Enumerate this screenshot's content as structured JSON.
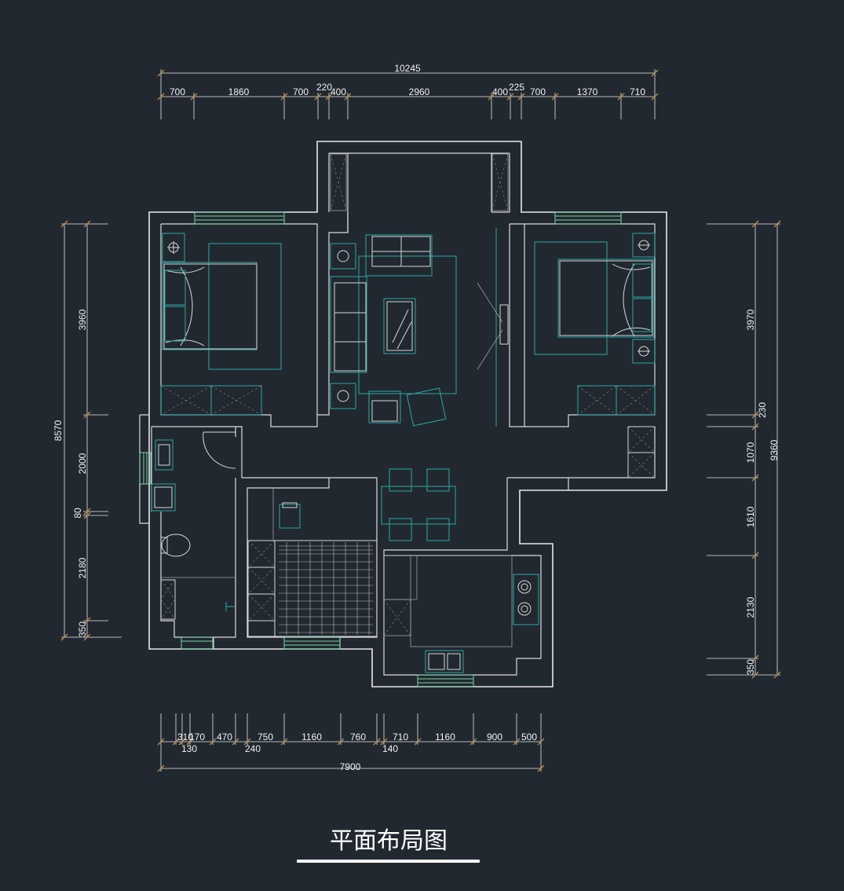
{
  "title": "平面布局图",
  "dims_top": [
    {
      "label": "700"
    },
    {
      "label": "1860"
    },
    {
      "label": "700"
    },
    {
      "label": "220"
    },
    {
      "label": "400"
    },
    {
      "label": "2960"
    },
    {
      "label": "400"
    },
    {
      "label": "225"
    },
    {
      "label": "700"
    },
    {
      "label": "1370"
    },
    {
      "label": "710"
    }
  ],
  "dim_top_total": "10245",
  "dims_left": [
    {
      "label": "3960"
    },
    {
      "label": "2000"
    },
    {
      "label": "80"
    },
    {
      "label": "2180"
    },
    {
      "label": "350"
    }
  ],
  "dim_left_total": "8570",
  "dims_right": [
    {
      "label": "3970"
    },
    {
      "label": "230"
    },
    {
      "label": "1070"
    },
    {
      "label": "1610"
    },
    {
      "label": "2130"
    },
    {
      "label": "350"
    }
  ],
  "dim_right_total": "9360",
  "dims_bottom_row1": [
    {
      "label": "310"
    },
    {
      "label": "170"
    },
    {
      "label": "470"
    },
    {
      "label": "750"
    },
    {
      "label": "1160"
    },
    {
      "label": "760"
    },
    {
      "label": "710"
    },
    {
      "label": "1160"
    },
    {
      "label": "900"
    },
    {
      "label": "500"
    }
  ],
  "dims_bottom_row2": [
    {
      "label": "130"
    },
    {
      "label": "240"
    },
    {
      "label": "140"
    }
  ],
  "dim_bottom_total": "7900",
  "colors": {
    "background": "#212830",
    "wall": "#e8e8e8",
    "furniture": "#2a9d98",
    "tick": "#b58a4a",
    "window": "#7cd3a8"
  }
}
